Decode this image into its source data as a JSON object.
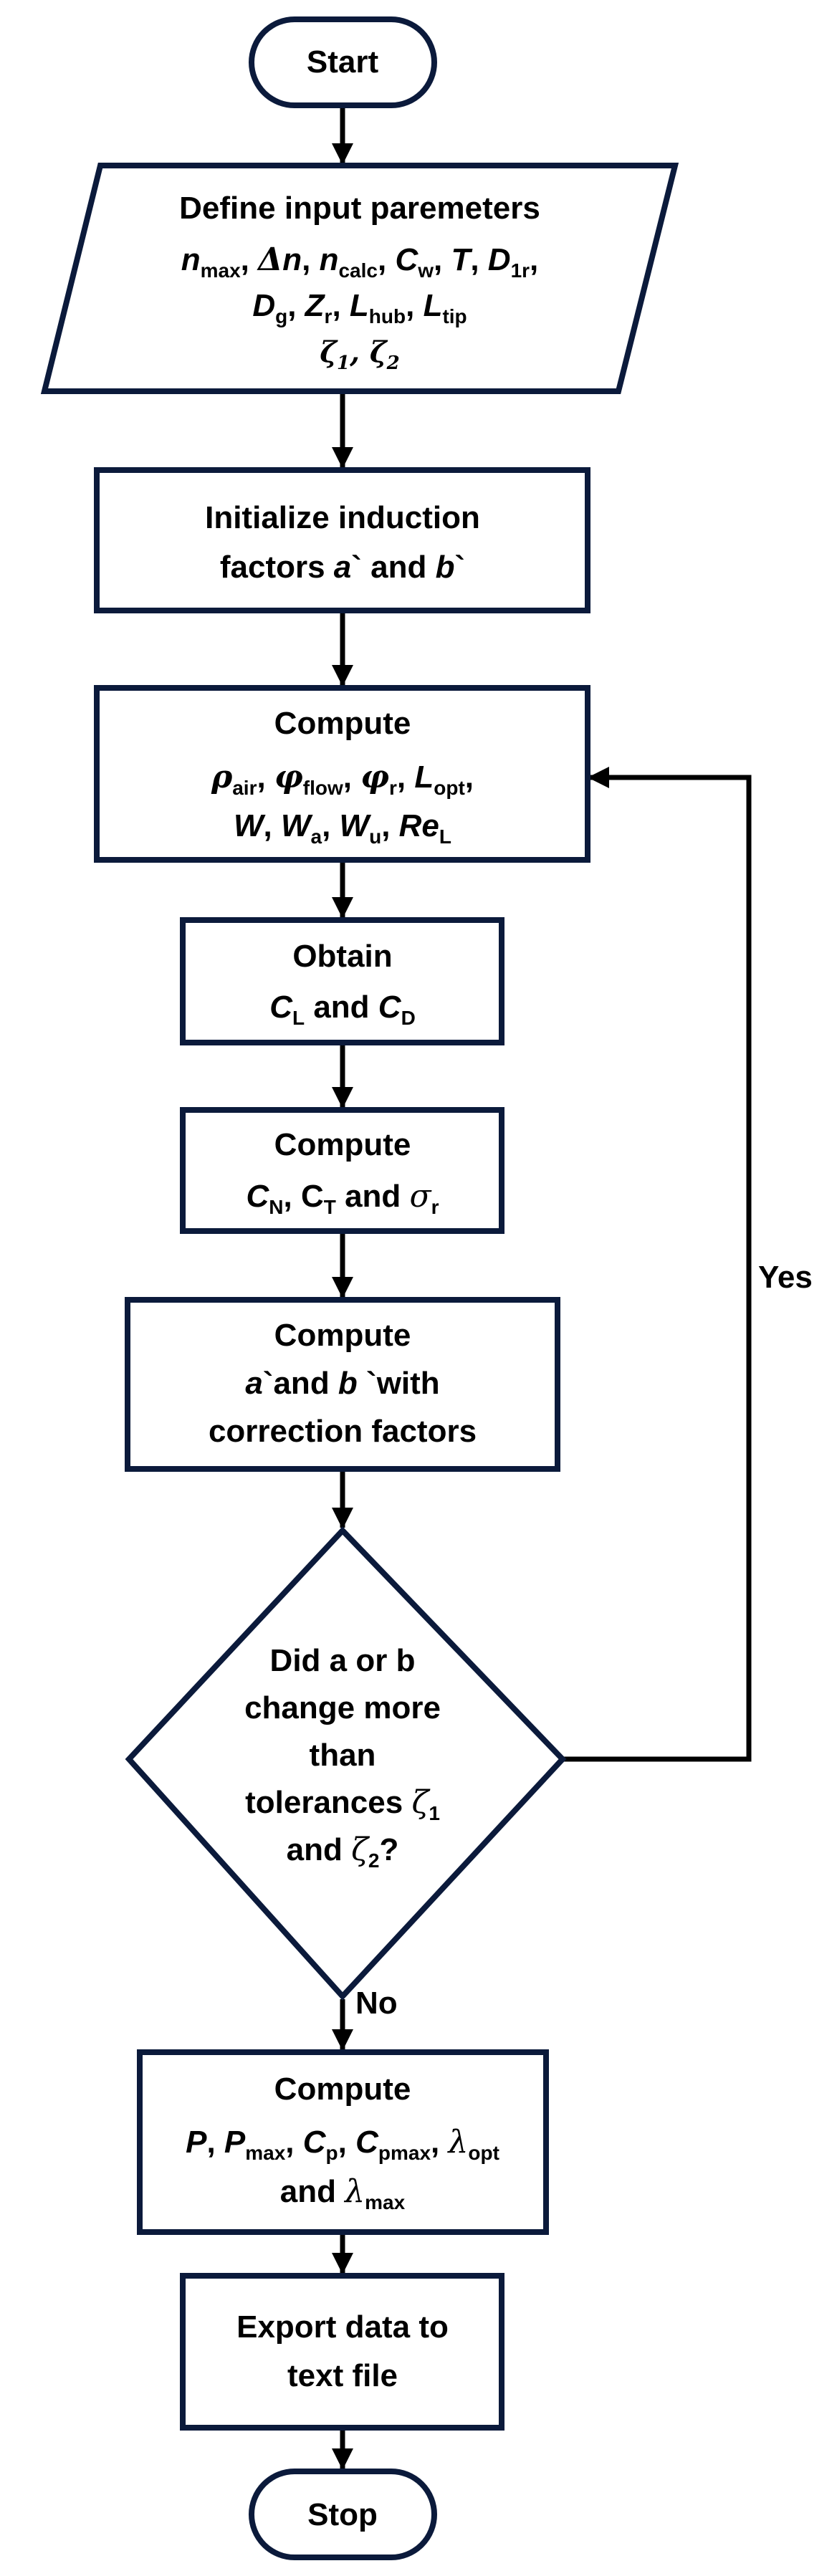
{
  "nodes": {
    "start": "Start",
    "input_title": "Define input paremeters",
    "init_1": "Initialize induction",
    "init_2": "factors a` and b`",
    "compute1_title": "Compute",
    "obtain_title": "Obtain",
    "obtain_line": "C_L and C_D",
    "compute2_title": "Compute",
    "compute3_title": "Compute",
    "compute3_l2": "a`and b`with",
    "compute3_l3": "correction factors",
    "decision_l1": "Did a or b",
    "decision_l2": "change more",
    "decision_l3": "than",
    "decision_l4": "tolerances ζ1",
    "decision_l5": "and  ζ2?",
    "compute4_title": "Compute",
    "compute4_and": "and",
    "export_l1": "Export data to",
    "export_l2": "text file",
    "stop": "Stop"
  },
  "edge_labels": {
    "yes": "Yes",
    "no": "No"
  },
  "colors": {
    "node_border": "#0b1a3b",
    "edge": "#000000",
    "background": "#ffffff"
  }
}
